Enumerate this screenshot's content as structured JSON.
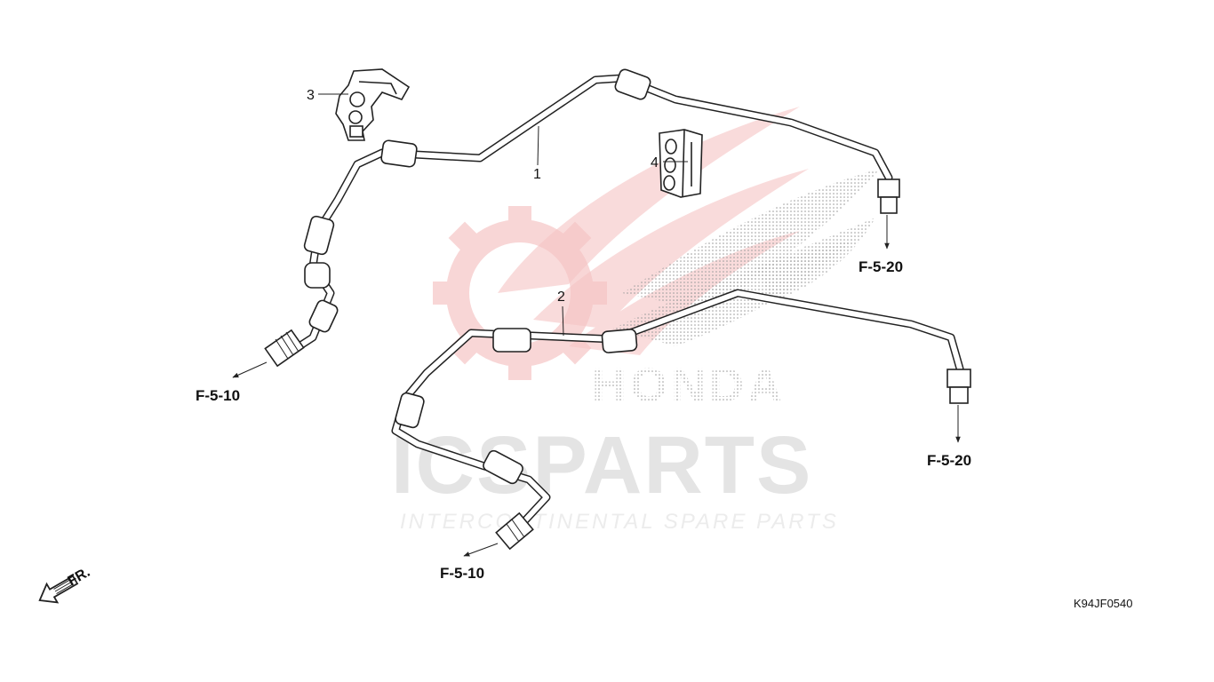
{
  "diagram": {
    "part_callouts": [
      {
        "id": "1",
        "label": "1"
      },
      {
        "id": "2",
        "label": "2"
      },
      {
        "id": "3",
        "label": "3"
      },
      {
        "id": "4",
        "label": "4"
      }
    ],
    "ref_labels": {
      "f510_left": "F-5-10",
      "f520_upper": "F-5-20",
      "f510_lower": "F-5-10",
      "f520_lower": "F-5-20"
    },
    "front_marker": "FR.",
    "diagram_code": "K94JF0540",
    "watermark": {
      "brand": "ICSPARTS",
      "tagline": "INTERCONTINENTAL SPARE PARTS",
      "logo_text": "HONDA"
    }
  },
  "colors": {
    "line": "#222222",
    "watermark_red": "#f3b5b5",
    "watermark_gray": "#e4e4e4"
  }
}
